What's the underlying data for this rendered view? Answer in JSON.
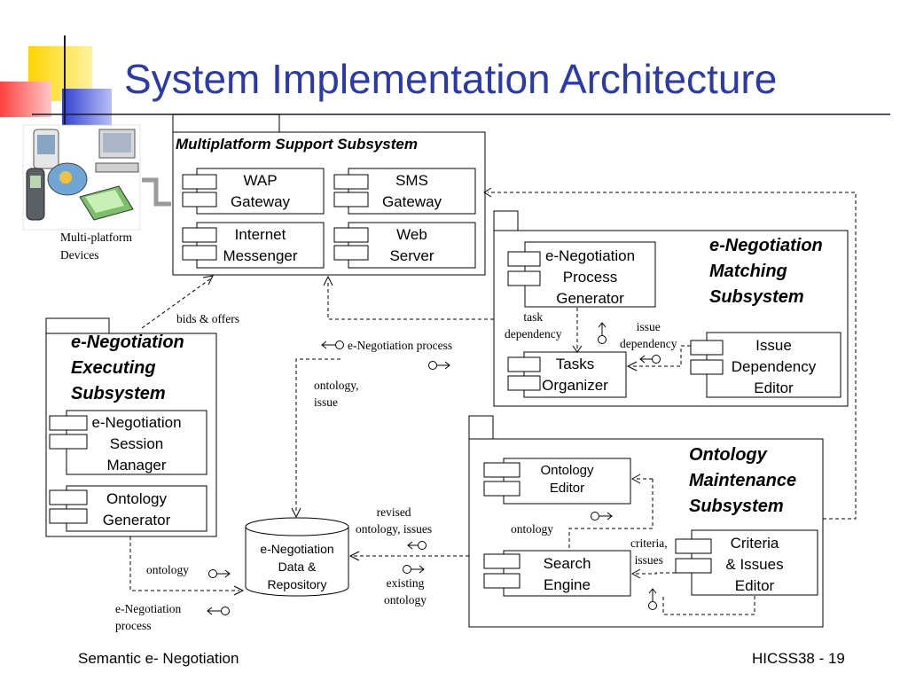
{
  "slide": {
    "title": "System Implementation Architecture",
    "footer_left": "Semantic e- Negotiation",
    "footer_right": "HICSS38 - 19"
  },
  "devices": {
    "label_line1": "Multi-platform",
    "label_line2": "Devices"
  },
  "multiplatform": {
    "title": "Multiplatform Support Subsystem",
    "wap": [
      "WAP",
      "Gateway"
    ],
    "sms": [
      "SMS",
      "Gateway"
    ],
    "im": [
      "Internet",
      "Messenger"
    ],
    "web": [
      "Web",
      "Server"
    ]
  },
  "matching": {
    "title": [
      "e-Negotiation",
      "Matching",
      "Subsystem"
    ],
    "process_generator": [
      "e-Negotiation",
      "Process",
      "Generator"
    ],
    "tasks_organizer": [
      "Tasks",
      "Organizer"
    ],
    "issue_dependency_editor": [
      "Issue",
      "Dependency",
      "Editor"
    ]
  },
  "executing": {
    "title": [
      "e-Negotiation",
      "Executing",
      "Subsystem"
    ],
    "session_manager": [
      "e-Negotiation",
      "Session",
      "Manager"
    ],
    "ontology_generator": [
      "Ontology",
      "Generator"
    ]
  },
  "ontology_maint": {
    "title": [
      "Ontology",
      "Maintenance",
      "Subsystem"
    ],
    "ontology_editor": [
      "Ontology",
      "Editor"
    ],
    "search_engine": [
      "Search",
      "Engine"
    ],
    "criteria_editor": [
      "Criteria",
      "& Issues",
      "Editor"
    ]
  },
  "repository": [
    "e-Negotiation",
    "Data &",
    "Repository"
  ],
  "labels": {
    "bids_offers": "bids & offers",
    "neg_process_top": "e-Negotiation process",
    "ontology_issue": [
      "ontology,",
      "issue"
    ],
    "task_dependency": [
      "task",
      "dependency"
    ],
    "issue_dependency": [
      "issue",
      "dependency"
    ],
    "revised": [
      "revised",
      "ontology, issues"
    ],
    "existing": [
      "existing",
      "ontology"
    ],
    "ontology_right": "ontology",
    "criteria_issues": [
      "criteria,",
      "issues"
    ],
    "ontology_left": "ontology",
    "neg_process_bottom": [
      "e-Negotiation",
      "process"
    ]
  },
  "colors": {
    "title": "#2a3aa8",
    "deco_yellow": "#ffd400",
    "deco_red": "#ff5a5a",
    "deco_blue": "#3b4bd6",
    "line": "#000000"
  }
}
